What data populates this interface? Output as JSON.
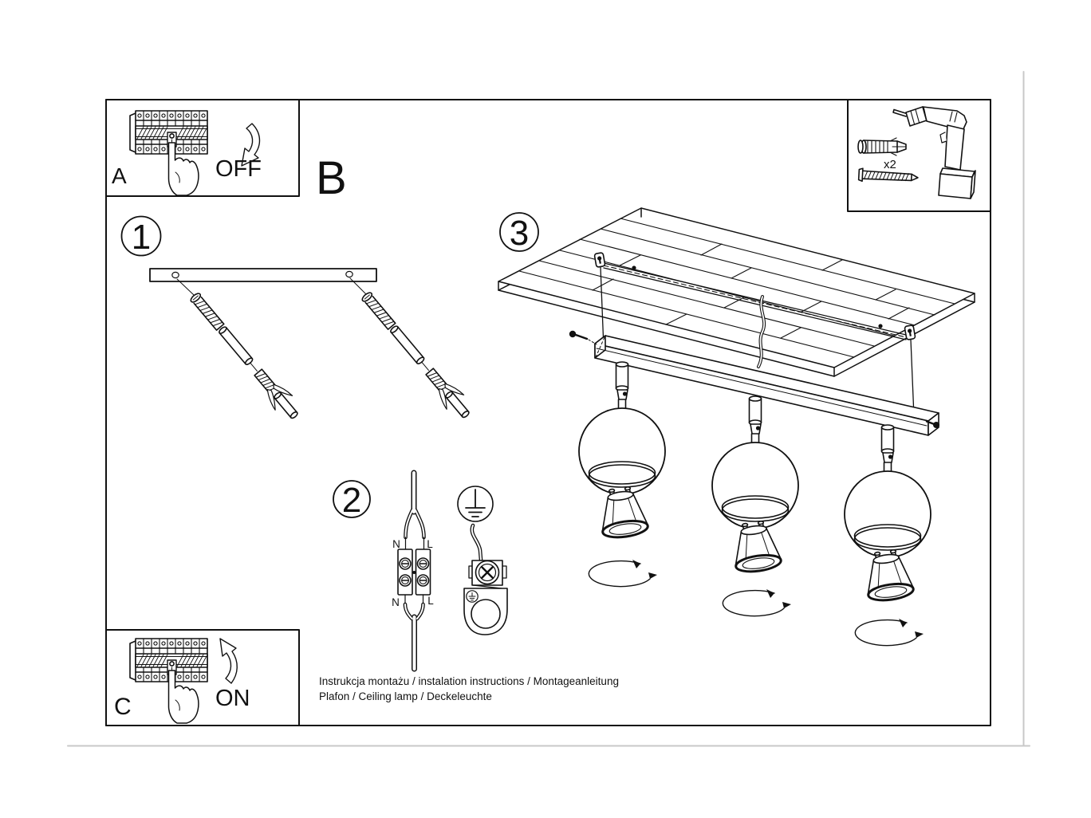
{
  "colors": {
    "ink": "#111111",
    "paper": "#ffffff",
    "rule": "#c8c8c8"
  },
  "boxes": {
    "breaker_off": {
      "label": "A",
      "state": "OFF"
    },
    "breaker_on": {
      "label": "C",
      "state": "ON"
    },
    "section_label": "B",
    "tools": {
      "anchor_qty": "x2"
    }
  },
  "steps": {
    "step1": "1",
    "step2": "2",
    "step3": "3"
  },
  "wiring_labels": {
    "neutral": "N",
    "live": "L"
  },
  "caption": {
    "line1": "Instrukcja montażu / instalation instructions / Montageanleitung",
    "line2": "Plafon / Ceiling lamp / Deckeleuchte"
  },
  "icons": {
    "breaker_panel": "circuit-breaker-panel",
    "pointing_hand": "pointing-hand",
    "arrow_down": "curved-arrow-down",
    "arrow_up": "curved-arrow-up",
    "drill": "electric-drill",
    "wall_anchor": "wall-anchor",
    "screw": "mounting-screw",
    "earth": "earth-ground-symbol",
    "rotation": "rotation-arrow",
    "bulb": "gu10-bulb",
    "spot": "ball-spot-shade"
  }
}
